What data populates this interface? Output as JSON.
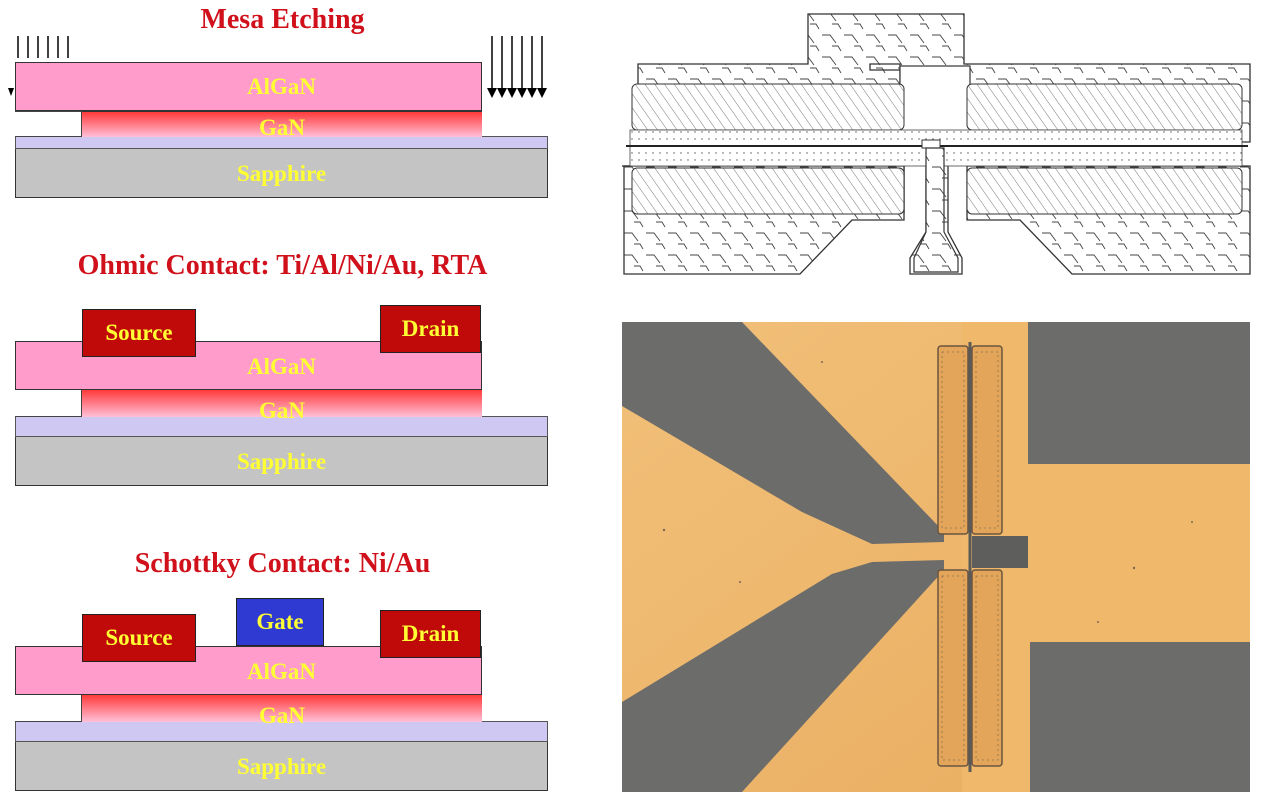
{
  "panels": [
    {
      "title": "Mesa Etching",
      "layers": {
        "top": "AlGaN",
        "channel": "GaN",
        "substrate": "Sapphire"
      }
    },
    {
      "title": "Ohmic Contact: Ti/Al/Ni/Au, RTA",
      "layers": {
        "top": "AlGaN",
        "channel": "GaN",
        "substrate": "Sapphire"
      },
      "contacts": {
        "source": "Source",
        "drain": "Drain"
      }
    },
    {
      "title": "Schottky Contact: Ni/Au",
      "layers": {
        "top": "AlGaN",
        "channel": "GaN",
        "substrate": "Sapphire"
      },
      "contacts": {
        "source": "Source",
        "gate": "Gate",
        "drain": "Drain"
      }
    }
  ],
  "colors": {
    "title": "#d0101a",
    "algan": "#ff9ccc",
    "gan": "#ff3a3a",
    "sapphire": "#c4c4c4",
    "source_drain": "#c00a0a",
    "gate": "#2e3ad2",
    "micrograph_metal": "#f0b86a",
    "micrograph_substrate": "#6e6e6e"
  },
  "icons": [
    "etch-arrows-icon"
  ]
}
